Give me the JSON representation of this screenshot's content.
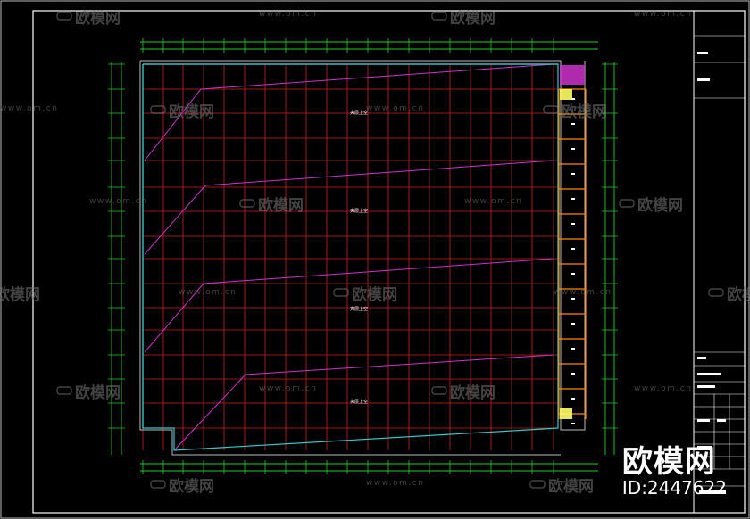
{
  "drawing": {
    "room_labels": [
      "夹层上空",
      "夹层上空",
      "夹层上空",
      "夹层上空"
    ],
    "colors": {
      "background": "#000000",
      "frame": "#ffffff",
      "dimension": "#22cc22",
      "grid": "#cc2222",
      "wall": "#33cccc",
      "slope": "#cc33cc",
      "stair": "#ff8800",
      "room_fill": "#ffff66",
      "watermark": "#7a7a7a"
    },
    "icons": [
      "sofa-logo-icon"
    ]
  },
  "watermarks": {
    "url": "www.om.cn",
    "brand": "欧模网"
  },
  "branding": {
    "logo": "欧模网",
    "id": "ID:2447622"
  }
}
